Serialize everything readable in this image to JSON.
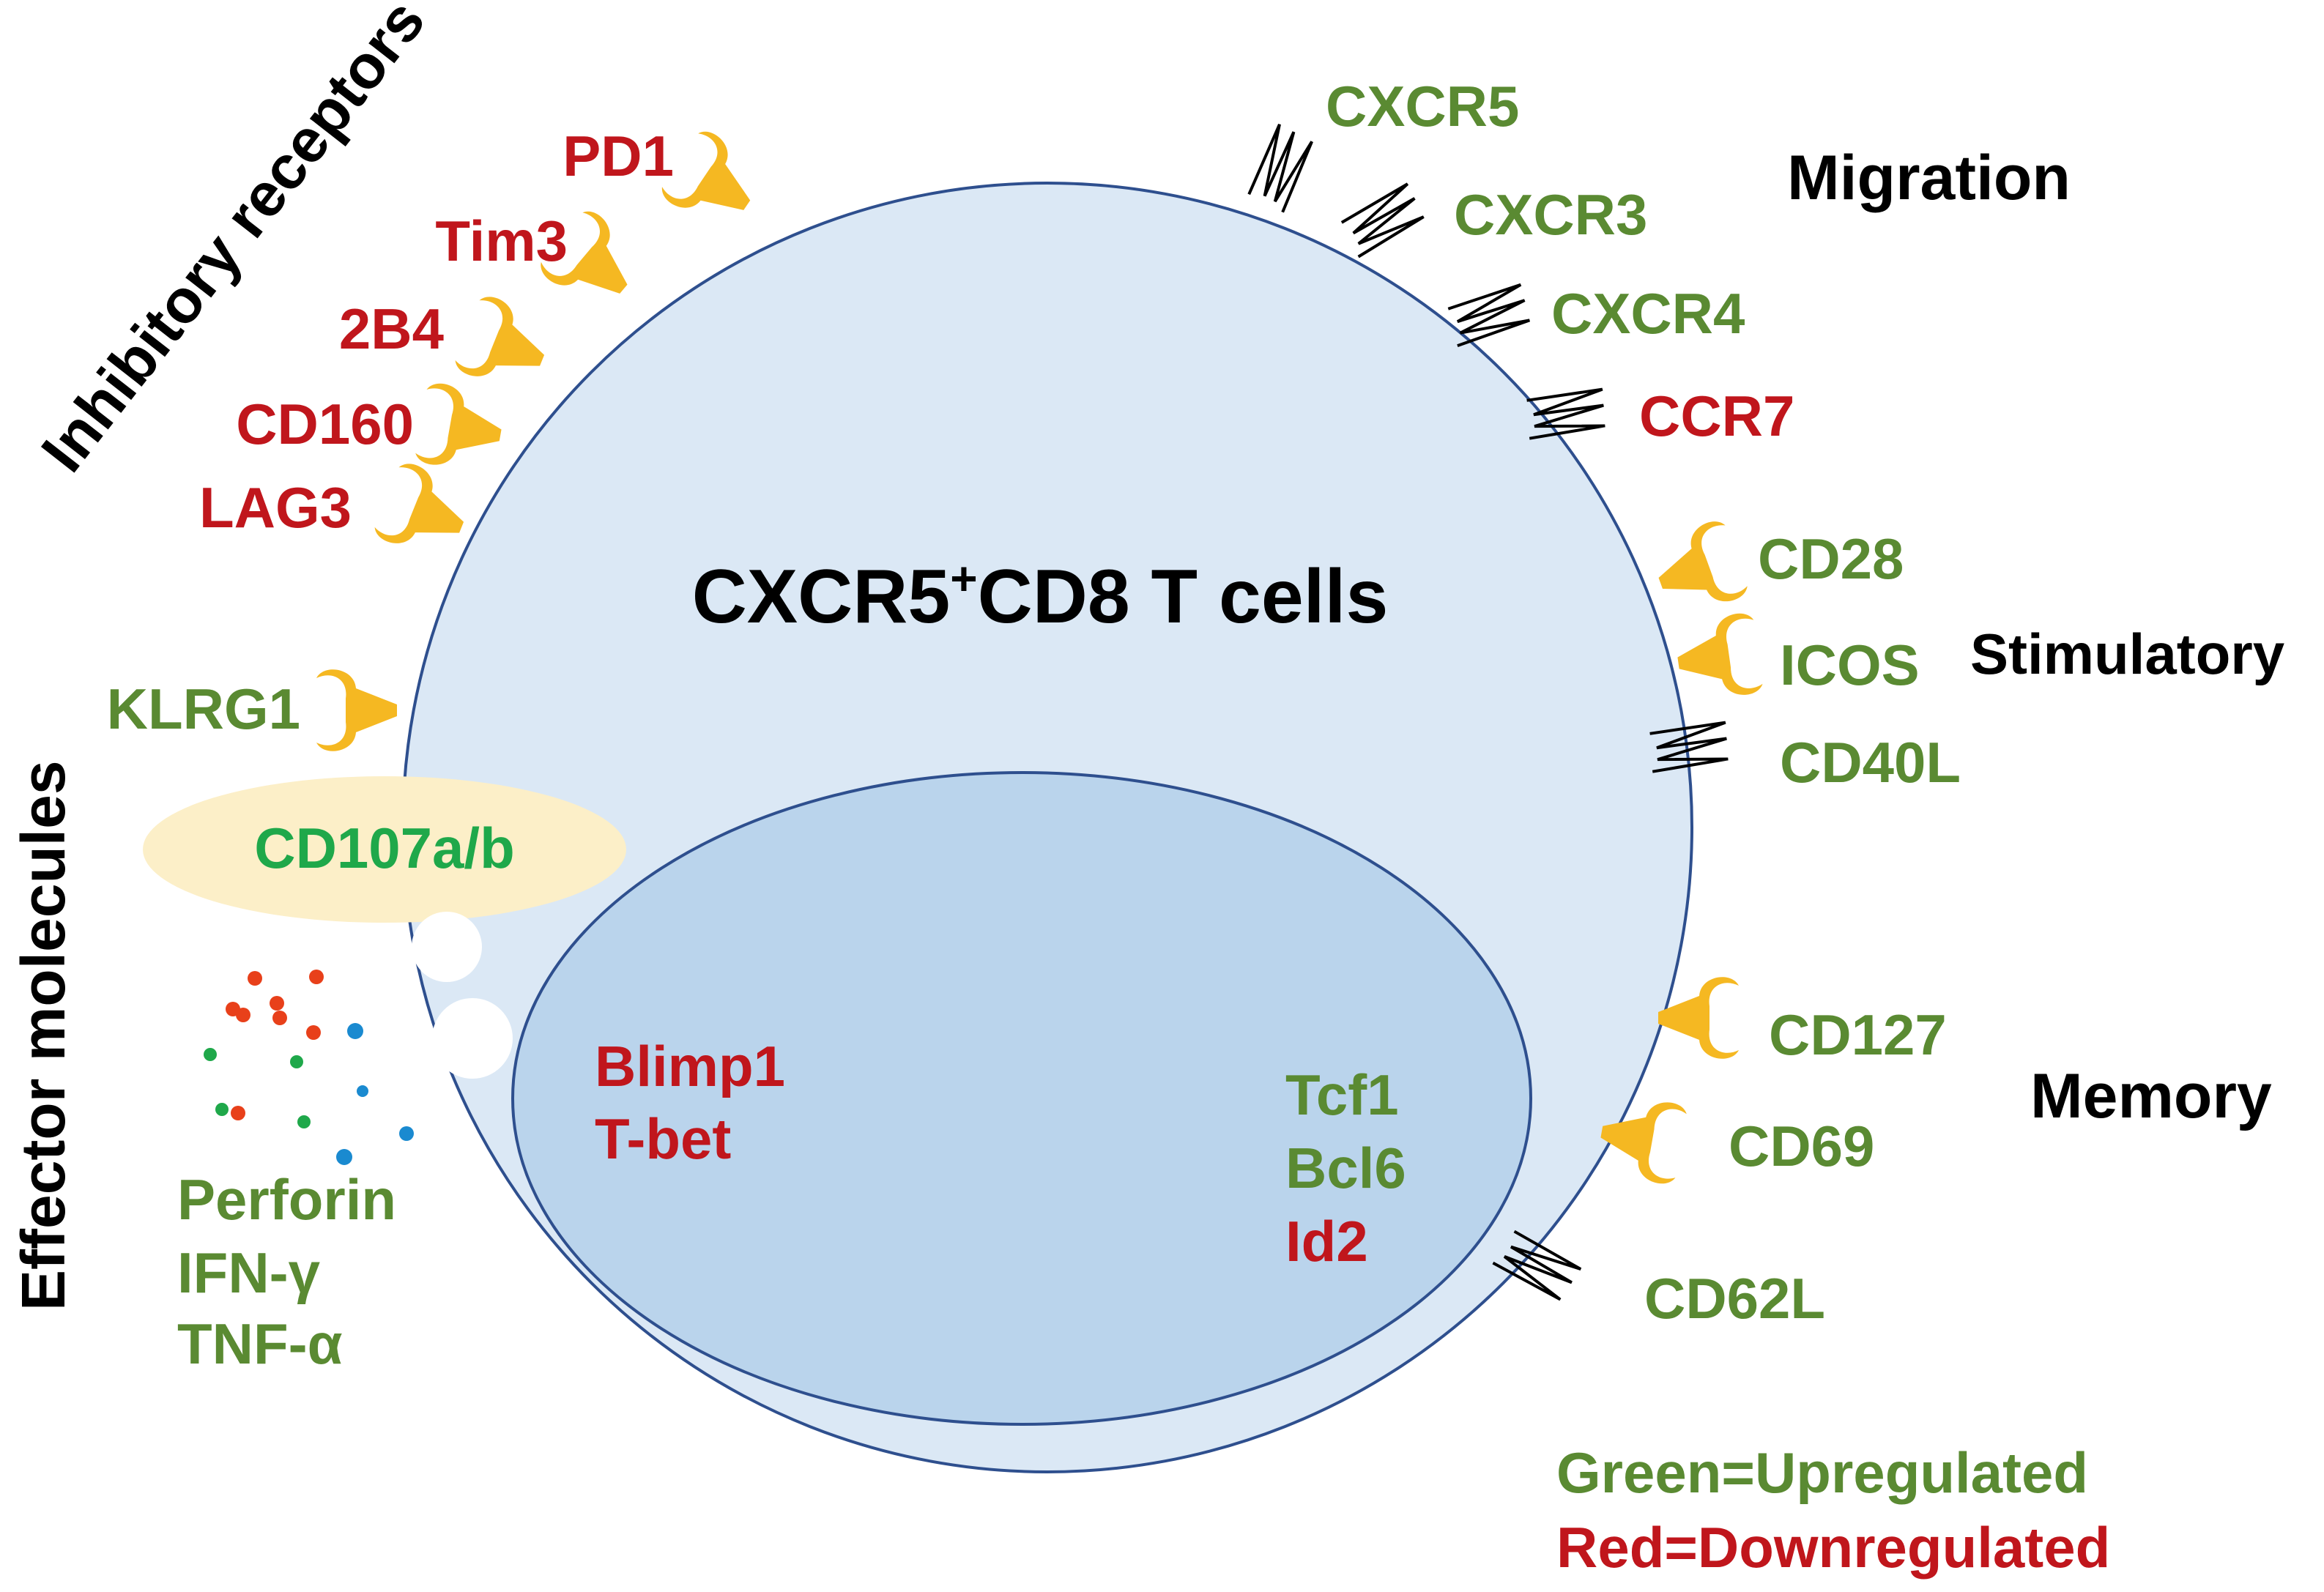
{
  "colors": {
    "up": "#5a8a32",
    "down": "#c0161c",
    "black": "#000000",
    "cell_fill": "#dbe8f5",
    "cell_stroke": "#2e4f8e",
    "nucleus_fill": "#bad4ec",
    "receptor": "#f5b822",
    "granule_fill": "#fcefc8",
    "cd107_text": "#1fa84a",
    "dot_red": "#e8401a",
    "dot_green": "#1fa84a",
    "dot_blue": "#1a8ad0"
  },
  "title": {
    "prefix": "CXCR5",
    "superscript": "+",
    "suffix": "CD8 T cells"
  },
  "categories": {
    "inhibitory": "Inhibitory receptors",
    "migration": "Migration",
    "stimulatory": "Stimulatory",
    "memory": "Memory",
    "effector": "Effector molecules"
  },
  "inhibitory_receptors": [
    {
      "label": "PD1",
      "status": "down",
      "icon": "y-receptor-icon"
    },
    {
      "label": "Tim3",
      "status": "down",
      "icon": "y-receptor-icon"
    },
    {
      "label": "2B4",
      "status": "down",
      "icon": "y-receptor-icon"
    },
    {
      "label": "CD160",
      "status": "down",
      "icon": "y-receptor-icon"
    },
    {
      "label": "LAG3",
      "status": "down",
      "icon": "y-receptor-icon"
    }
  ],
  "klrg1": {
    "label": "KLRG1",
    "status": "up",
    "icon": "y-receptor-icon"
  },
  "migration_receptors": [
    {
      "label": "CXCR5",
      "status": "up",
      "icon": "chemokine-receptor-icon"
    },
    {
      "label": "CXCR3",
      "status": "up",
      "icon": "chemokine-receptor-icon"
    },
    {
      "label": "CXCR4",
      "status": "up",
      "icon": "chemokine-receptor-icon"
    },
    {
      "label": "CCR7",
      "status": "down",
      "icon": "chemokine-receptor-icon"
    }
  ],
  "stimulatory_receptors": [
    {
      "label": "CD28",
      "status": "up",
      "icon": "y-receptor-icon"
    },
    {
      "label": "ICOS",
      "status": "up",
      "icon": "y-receptor-icon"
    },
    {
      "label": "CD40L",
      "status": "up",
      "icon": "chemokine-receptor-icon"
    }
  ],
  "memory_receptors": [
    {
      "label": "CD127",
      "status": "up",
      "icon": "y-receptor-icon"
    },
    {
      "label": "CD69",
      "status": "up",
      "icon": "y-receptor-icon"
    },
    {
      "label": "CD62L",
      "status": "up",
      "icon": "chemokine-receptor-icon"
    }
  ],
  "granule": {
    "label": "CD107a/b"
  },
  "effector_molecules": [
    "Perforin",
    "IFN-γ",
    "TNF-α"
  ],
  "nucleus": {
    "left": [
      {
        "label": "Blimp1",
        "status": "down"
      },
      {
        "label": "T-bet",
        "status": "down"
      }
    ],
    "right": [
      {
        "label": "Tcf1",
        "status": "up"
      },
      {
        "label": "Bcl6",
        "status": "up"
      },
      {
        "label": "Id2",
        "status": "down"
      }
    ]
  },
  "legend": {
    "up": "Green=Upregulated",
    "down": "Red=Downregulated"
  }
}
